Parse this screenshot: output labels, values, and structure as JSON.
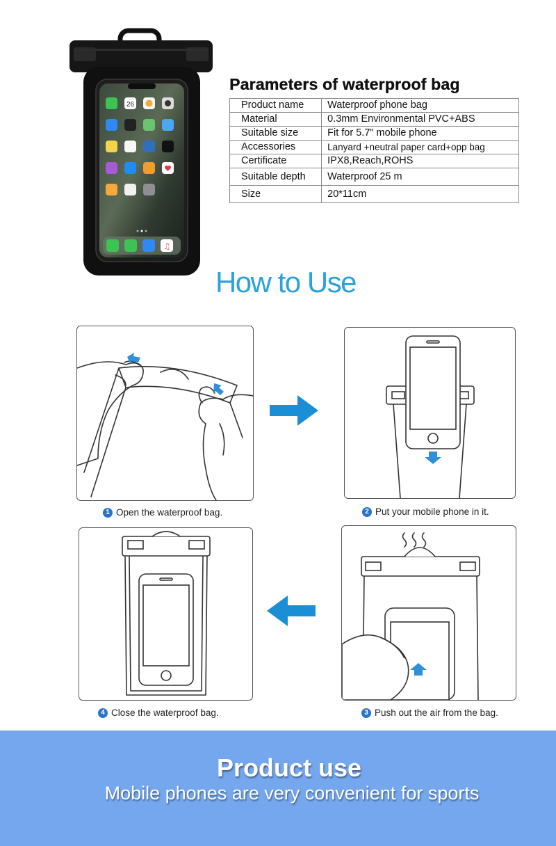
{
  "parameters": {
    "title": "Parameters of waterproof bag",
    "rows": [
      {
        "label": "Product name",
        "value": "Waterproof phone bag"
      },
      {
        "label": "Material",
        "value": "0.3mm Environmental PVC+ABS"
      },
      {
        "label": "Suitable size",
        "value": "Fit for 5.7\" mobile phone"
      },
      {
        "label": "Accessories",
        "value": "Lanyard +neutral paper card+opp bag"
      },
      {
        "label": "Certificate",
        "value": "IPX8,Reach,ROHS"
      },
      {
        "label": "Suitable depth",
        "value": "Waterproof 25 m"
      },
      {
        "label": "Size",
        "value": "20*11cm"
      }
    ]
  },
  "how_to_use": {
    "title": "How to Use",
    "steps": [
      {
        "number": "1",
        "text": "Open the waterproof bag."
      },
      {
        "number": "2",
        "text": "Put your mobile phone in it."
      },
      {
        "number": "3",
        "text": "Push out the air from the bag."
      },
      {
        "number": "4",
        "text": "Close the waterproof bag."
      }
    ]
  },
  "phone_screen": {
    "date_number": "26"
  },
  "product_use": {
    "title": "Product use",
    "subtitle": "Mobile phones are very convenient for sports"
  },
  "colors": {
    "accent_blue": "#2aa3d9",
    "step_badge": "#2a74c8",
    "banner": "#74a7ee"
  }
}
